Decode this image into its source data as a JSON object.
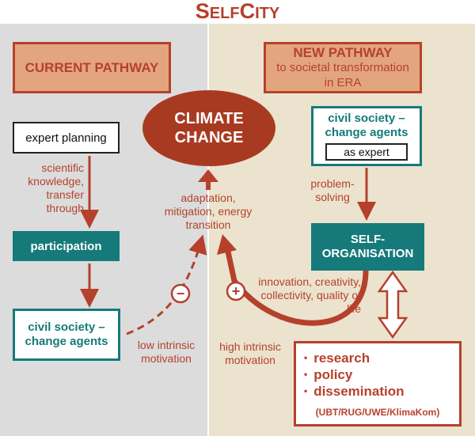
{
  "brand": {
    "first": "S",
    "rest": "ELF",
    "second": "C",
    "rest2": "ITY"
  },
  "current": {
    "title": "CURRENT PATHWAY"
  },
  "new": {
    "title": "NEW PATHWAY",
    "subtitle": "to societal transformation in ERA"
  },
  "climate": {
    "label": "CLIMATE CHANGE"
  },
  "left": {
    "expert_planning": "expert planning",
    "transfer_label": "scientific knowledge, transfer through",
    "participation": "participation",
    "civil_society": "civil society – change agents",
    "low_motivation": "low intrinsic motivation",
    "minus": "−"
  },
  "center": {
    "outcomes": "adaptation, mitigation, energy transition"
  },
  "right": {
    "civil_society": "civil society – change agents",
    "as_expert": "as expert",
    "problem_solving": "problem-solving",
    "self_org": "SELF-ORGANISATION",
    "innovation": "innovation, creativity, collectivity, quality of life",
    "high_motivation": "high intrinsic motivation",
    "plus": "+",
    "outputs": [
      "research",
      "policy",
      "dissemination"
    ],
    "partners": "(UBT/RUG/UWE/KlimaKom)"
  },
  "colors": {
    "left_bg": "#dcdcdc",
    "right_bg": "#ebe3ce",
    "accent": "#b5412c",
    "teal": "#167a7a",
    "peach": "#e3a57e"
  }
}
